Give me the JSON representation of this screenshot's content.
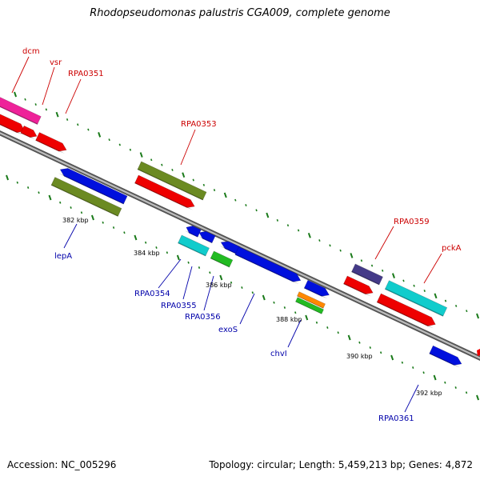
{
  "title": "Rhodopseudomonas palustris CGA009, complete genome",
  "accession": "Accession: NC_005296",
  "summary": "Topology: circular; Length: 5,459,213 bp; Genes: 4,872",
  "colors": {
    "forward_label": "#cc0000",
    "reverse_label": "#0000aa",
    "tick": "#1a7a1a",
    "backbone": "#7a7a7a"
  },
  "scale_labels": [
    "382 kbp",
    "384 kbp",
    "386 kbp",
    "388 kbp",
    "390 kbp",
    "392 kbp"
  ],
  "forward_genes": [
    "dcm",
    "vsr",
    "RPA0351",
    "RPA0353",
    "RPA0359",
    "pckA"
  ],
  "reverse_genes": [
    "lepA",
    "RPA0354",
    "RPA0355",
    "RPA0356",
    "exoS",
    "chvI",
    "RPA0361"
  ],
  "feature_colors": {
    "red": "#ee0000",
    "magenta": "#ee2299",
    "olive": "#6b8a22",
    "blue": "#0010dd",
    "cyan": "#11cccc",
    "green": "#22bb22",
    "orange": "#ff8800",
    "purple": "#443a88"
  }
}
